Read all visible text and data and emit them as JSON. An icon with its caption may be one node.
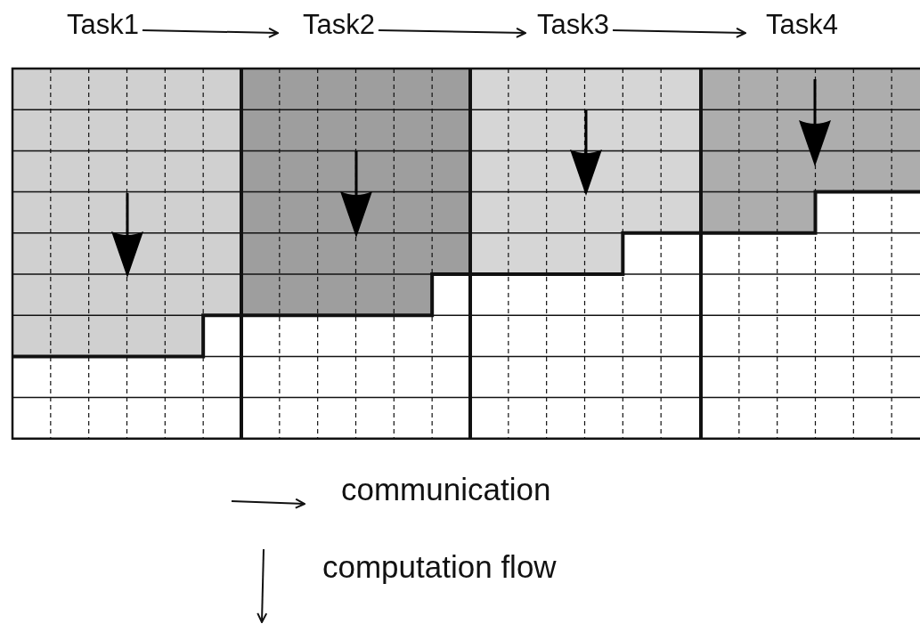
{
  "diagram": {
    "nodes": [
      {
        "text": [
          "Task1"
        ]
      },
      {
        "text": [
          "Task2"
        ]
      },
      {
        "text": [
          "Task3"
        ]
      },
      {
        "text": [
          "Task4"
        ]
      }
    ],
    "edges": [
      {
        "from": 0,
        "to": 1,
        "arrow": "to"
      },
      {
        "from": 1,
        "to": 2,
        "arrow": "to"
      },
      {
        "from": 2,
        "to": 3,
        "arrow": "to"
      }
    ],
    "legend": [
      {
        "text": "communication"
      },
      {
        "text": "computation flow"
      }
    ]
  }
}
